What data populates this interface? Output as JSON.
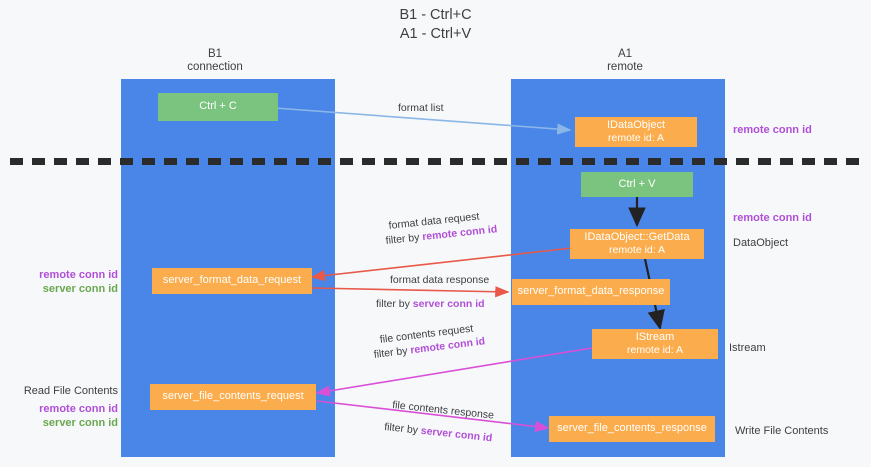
{
  "title": {
    "line1": "B1 - Ctrl+C",
    "line2": "A1 - Ctrl+V"
  },
  "lanes": [
    {
      "name": "b1",
      "title": "B1",
      "subtitle": "connection"
    },
    {
      "name": "a1",
      "title": "A1",
      "subtitle": "remote"
    }
  ],
  "nodes": {
    "ctrl_c": {
      "label": "Ctrl + C"
    },
    "ctrl_v": {
      "label": "Ctrl + V"
    },
    "idataobject": {
      "label": "IDataObject",
      "sub": "remote id: A"
    },
    "getdata": {
      "label": "IDataObject::GetData",
      "sub": "remote id: A"
    },
    "istream": {
      "label": "IStream",
      "sub": "remote id: A"
    },
    "server_format_data_request": {
      "label": "server_format_data_request"
    },
    "server_format_data_response": {
      "label": "server_format_data_response"
    },
    "server_file_contents_request": {
      "label": "server_file_contents_request"
    },
    "server_file_contents_response": {
      "label": "server_file_contents_response"
    }
  },
  "wire_labels": {
    "format_list": "format list",
    "format_data_request": "format data request",
    "format_data_request_filter_prefix": "filter by ",
    "format_data_request_filter_key": "remote conn id",
    "format_data_response": "format data response",
    "format_data_response_filter_prefix": "filter by ",
    "format_data_response_filter_key": "server conn id",
    "file_contents_request": "file contents request",
    "file_contents_request_filter_prefix": "filter by ",
    "file_contents_request_filter_key": "remote conn id",
    "file_contents_response": "file contents response",
    "file_contents_response_filter_prefix": "filter by ",
    "file_contents_response_filter_key": "server conn id"
  },
  "annotations": {
    "right_top_conn": "remote conn id",
    "right_mid_conn": "remote conn id",
    "right_dataobject": "DataObject",
    "right_istream": "Istream",
    "right_write_file": "Write File Contents",
    "left_remote_conn": "remote conn id",
    "left_server_conn": "server conn id",
    "left_read_file": "Read File Contents",
    "left_remote_conn2": "remote conn id",
    "left_server_conn2": "server conn id"
  },
  "colors": {
    "lane": "#4a86e8",
    "green_node": "#7bc47f",
    "orange_node": "#fbac4c",
    "purple_text": "#b14fd8",
    "green_text": "#6aa84f",
    "red_arrow": "#e8594a",
    "magenta_arrow": "#d94fd8",
    "blue_arrow": "#8ab6e8",
    "black_arrow": "#222222",
    "background": "#f7f8fa"
  }
}
